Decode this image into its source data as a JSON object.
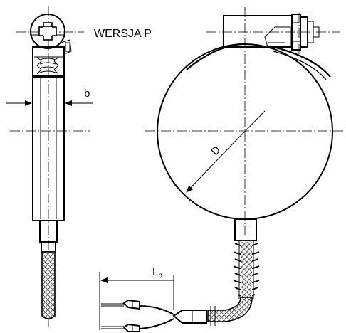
{
  "labels": {
    "version": "WERSJA P",
    "dim_b": "b",
    "dim_d": "D",
    "dim_lp_main": "L",
    "dim_lp_sub": "p"
  },
  "colors": {
    "line": "#000000",
    "background": "#ffffff",
    "hatch": "#000000"
  }
}
